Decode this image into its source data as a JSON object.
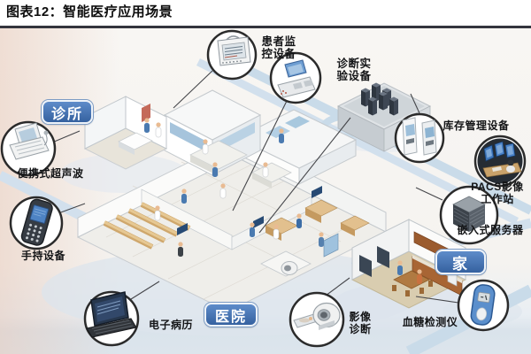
{
  "header": {
    "title": "图表12：智能医疗应用场景"
  },
  "badges": {
    "clinic": "诊所",
    "hospital": "医院",
    "home": "家"
  },
  "callouts": {
    "patient_monitor": {
      "label": "患者监\n控设备",
      "icon": "patient-monitor-icon"
    },
    "lab_equipment": {
      "label": "诊断实\n验设备",
      "icon": "lab-analyzer-icon"
    },
    "inventory": {
      "label": "库存管理设备",
      "icon": "inventory-cabinets-icon"
    },
    "pacs_workstation": {
      "label": "PACS影像\n工作站",
      "icon": "pacs-monitors-icon"
    },
    "embedded_server": {
      "label": "嵌入式服务器",
      "icon": "server-cube-icon"
    },
    "glucose_meter": {
      "label": "血糖检测仪",
      "icon": "glucose-meter-icon"
    },
    "imaging_diagnosis": {
      "label": "影像\n诊断",
      "icon": "mri-scanner-icon"
    },
    "emr": {
      "label": "电子病历",
      "icon": "desktop-computer-icon"
    },
    "handheld_device": {
      "label": "手持设备",
      "icon": "handheld-terminal-icon"
    },
    "portable_ultrasound": {
      "label": "便携式超声波",
      "icon": "portable-ultrasound-icon"
    }
  },
  "colors": {
    "badge_blue": "#3a6cb3",
    "road_blue": "#c9dbe9",
    "title_rule": "#34353d",
    "callout_ring": "#2b2b2b"
  }
}
